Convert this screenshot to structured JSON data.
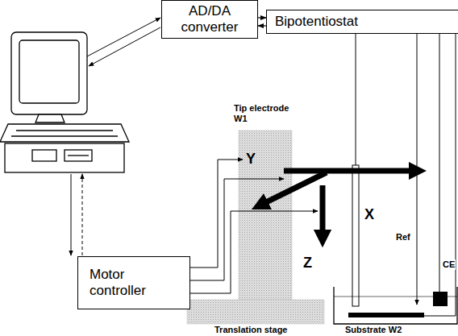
{
  "diagram": {
    "nodes": [
      {
        "text": [
          "AD/DA converter"
        ]
      },
      {
        "text": [
          "Bipotentiostat"
        ]
      },
      {
        "text": [
          "Motor controller"
        ]
      }
    ],
    "edges": [
      {
        "from": 0,
        "to": 1,
        "arrow": "to"
      },
      {
        "from": 1,
        "to": 0,
        "arrow": "to"
      }
    ],
    "labels": [
      "Tip electrode W1",
      "Y",
      "X",
      "Z",
      "Ref",
      "CE",
      "Translation stage",
      "Substrate W2"
    ]
  }
}
